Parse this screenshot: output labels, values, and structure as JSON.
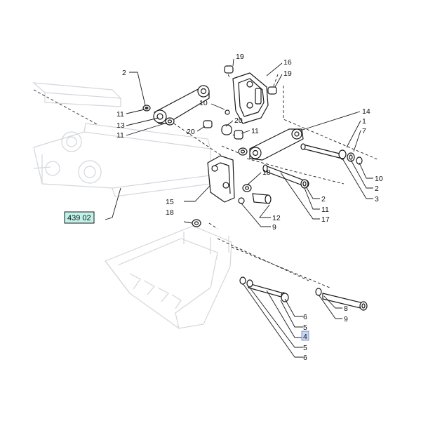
{
  "reference_label": "439 02",
  "callouts": [
    {
      "id": "c-19a",
      "text": "19"
    },
    {
      "id": "c-16",
      "text": "16"
    },
    {
      "id": "c-19b",
      "text": "19"
    },
    {
      "id": "c-2a",
      "text": "2"
    },
    {
      "id": "c-10a",
      "text": "10"
    },
    {
      "id": "c-11a",
      "text": "11"
    },
    {
      "id": "c-13",
      "text": "13"
    },
    {
      "id": "c-11b",
      "text": "11"
    },
    {
      "id": "c-20a",
      "text": "20"
    },
    {
      "id": "c-20b",
      "text": "20"
    },
    {
      "id": "c-11c",
      "text": "11"
    },
    {
      "id": "c-14",
      "text": "14"
    },
    {
      "id": "c-1",
      "text": "1"
    },
    {
      "id": "c-7",
      "text": "7"
    },
    {
      "id": "c-18a",
      "text": "18"
    },
    {
      "id": "c-10b",
      "text": "10"
    },
    {
      "id": "c-2b",
      "text": "2"
    },
    {
      "id": "c-2c",
      "text": "2"
    },
    {
      "id": "c-3",
      "text": "3"
    },
    {
      "id": "c-11d",
      "text": "11"
    },
    {
      "id": "c-15",
      "text": "15"
    },
    {
      "id": "c-12",
      "text": "12"
    },
    {
      "id": "c-17",
      "text": "17"
    },
    {
      "id": "c-18b",
      "text": "18"
    },
    {
      "id": "c-9a",
      "text": "9"
    },
    {
      "id": "c-8",
      "text": "8"
    },
    {
      "id": "c-9b",
      "text": "9"
    },
    {
      "id": "c-6a",
      "text": "6"
    },
    {
      "id": "c-5a",
      "text": "5"
    },
    {
      "id": "c-4",
      "text": "4"
    },
    {
      "id": "c-5b",
      "text": "5"
    },
    {
      "id": "c-6b",
      "text": "6"
    }
  ]
}
